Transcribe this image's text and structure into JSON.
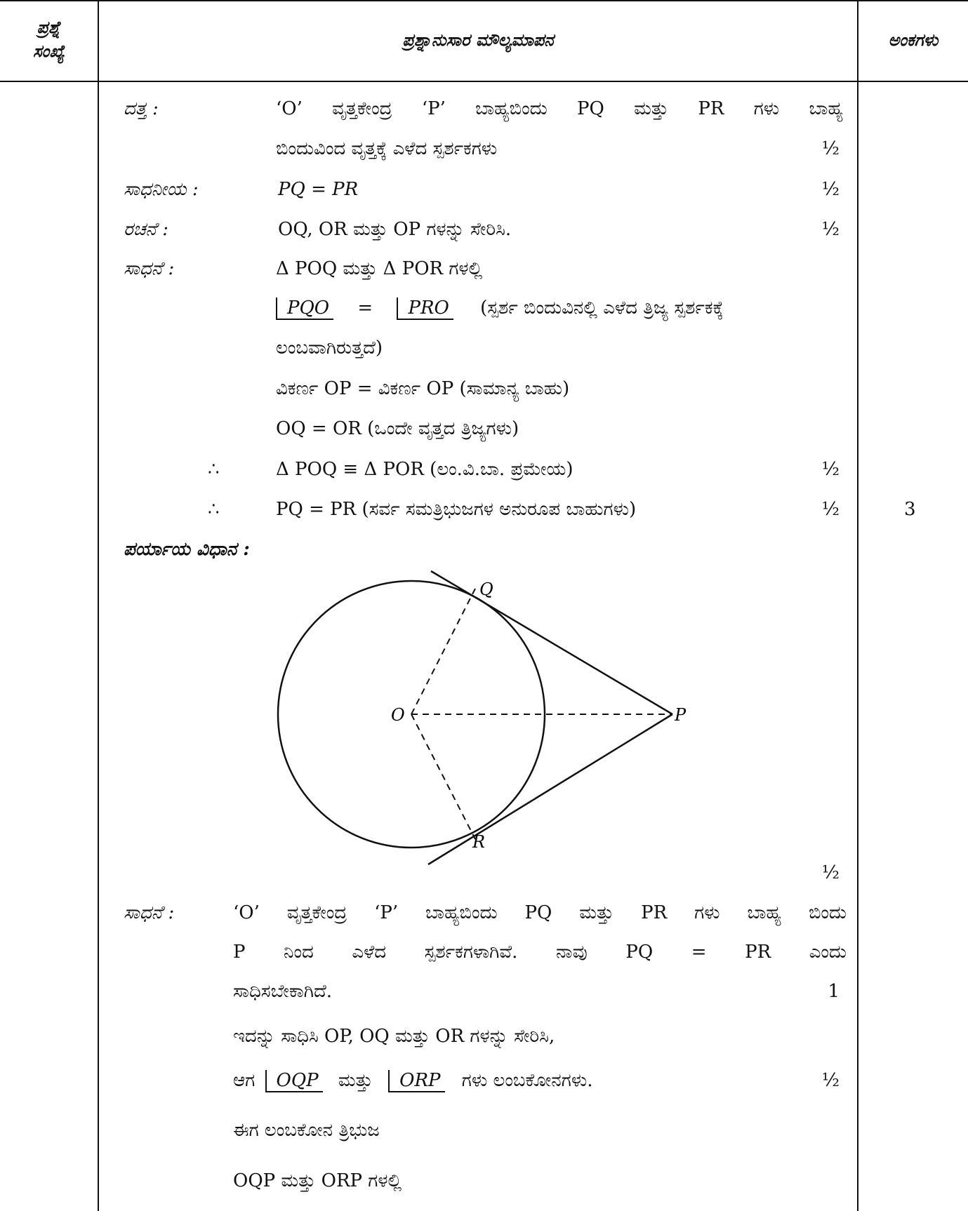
{
  "header": {
    "col1": "ಪ್ರಶ್ನೆ ಸಂಖ್ಯೆ",
    "col1_line1": "ಪ್ರಶ್ನೆ",
    "col1_line2": "ಸಂಖ್ಯೆ",
    "col2": "ಪ್ರಶ್ನಾನುಸಾರ ಮೌಲ್ಯಮಾಪನ",
    "col3": "ಅಂಕಗಳು"
  },
  "proof1": {
    "given_label": "ದತ್ತ :",
    "given_line1": "‘O’ ವೃತ್ತಕೇಂದ್ರ ‘P’ ಬಾಹ್ಯಬಿಂದು PQ ಮತ್ತು PR ಗಳು ಬಾಹ್ಯ",
    "given_line2": "ಬಿಂದುವಿಂದ ವೃತ್ತಕ್ಕೆ ಎಳೆದ ಸ್ಪರ್ಶಕಗಳು",
    "given_mark": "½",
    "to_prove_label": "ಸಾಧನೀಯ :",
    "to_prove": "PQ = PR",
    "to_prove_mark": "½",
    "construction_label": "ರಚನೆ :",
    "construction": "OQ, OR ಮತ್ತು OP ಗಳನ್ನು ಸೇರಿಸಿ.",
    "construction_mark": "½",
    "proof_label": "ಸಾಧನೆ :",
    "proof_line1": "Δ POQ ಮತ್ತು Δ POR ಗಳಲ್ಲಿ",
    "angle_a": "PQO",
    "equals": "=",
    "angle_b": "PRO",
    "proof_line2_reason": "(ಸ್ಪರ್ಶ ಬಿಂದುವಿನಲ್ಲಿ ಎಳೆದ ತ್ರಿಜ್ಯ ಸ್ಪರ್ಶಕಕ್ಕೆ",
    "proof_line3": "ಲಂಬವಾಗಿರುತ್ತದೆ)",
    "proof_line4": "ವಿಕರ್ಣ OP = ವಿಕರ್ಣ OP (ಸಾಮಾನ್ಯ ಬಾಹು)",
    "proof_line5": "OQ = OR (ಒಂದೇ ವೃತ್ತದ ತ್ರಿಜ್ಯಗಳು)",
    "therefore": "∴",
    "proof_line6": "Δ POQ ≡ Δ POR (ಲಂ.ವಿ.ಬಾ. ಪ್ರಮೇಯ)",
    "proof_line6_mark": "½",
    "proof_line7": "PQ = PR (ಸರ್ವ ಸಮತ್ರಿಭುಜಗಳ ಅನುರೂಪ ಬಾಹುಗಳು)",
    "proof_line7_mark": "½",
    "total_marks": "3"
  },
  "alternate": {
    "title": "ಪರ್ಯಾಯ ವಿಧಾನ :",
    "figure_labels": {
      "q": "Q",
      "o": "O",
      "p": "P",
      "r": "R"
    },
    "figure_mark": "½",
    "proof_label": "ಸಾಧನೆ :",
    "line1": "‘O’ ವೃತ್ತಕೇಂದ್ರ ‘P’ ಬಾಹ್ಯಬಿಂದು PQ ಮತ್ತು PR ಗಳು ಬಾಹ್ಯ ಬಿಂದು",
    "line2": "P ನಿಂದ ಎಳೆದ ಸ್ಪರ್ಶಕಗಳಾಗಿವೆ. ನಾವು PQ = PR ಎಂದು",
    "line3": "ಸಾಧಿಸಬೇಕಾಗಿದೆ.",
    "line3_mark": "1",
    "line4": "ಇದನ್ನು ಸಾಧಿಸಿ OP, OQ ಮತ್ತು OR ಗಳನ್ನು ಸೇರಿಸಿ,",
    "line5_pre": "ಆಗ",
    "line5_angle_a": "OQP",
    "line5_mid": "ಮತ್ತು",
    "line5_angle_b": "ORP",
    "line5_post": "ಗಳು ಲಂಬಕೋನಗಳು.",
    "line5_mark": "½",
    "line6": "ಈಗ ಲಂಬಕೋನ ತ್ರಿಭುಜ",
    "line7": "OQP ಮತ್ತು ORP ಗಳಲ್ಲಿ"
  }
}
